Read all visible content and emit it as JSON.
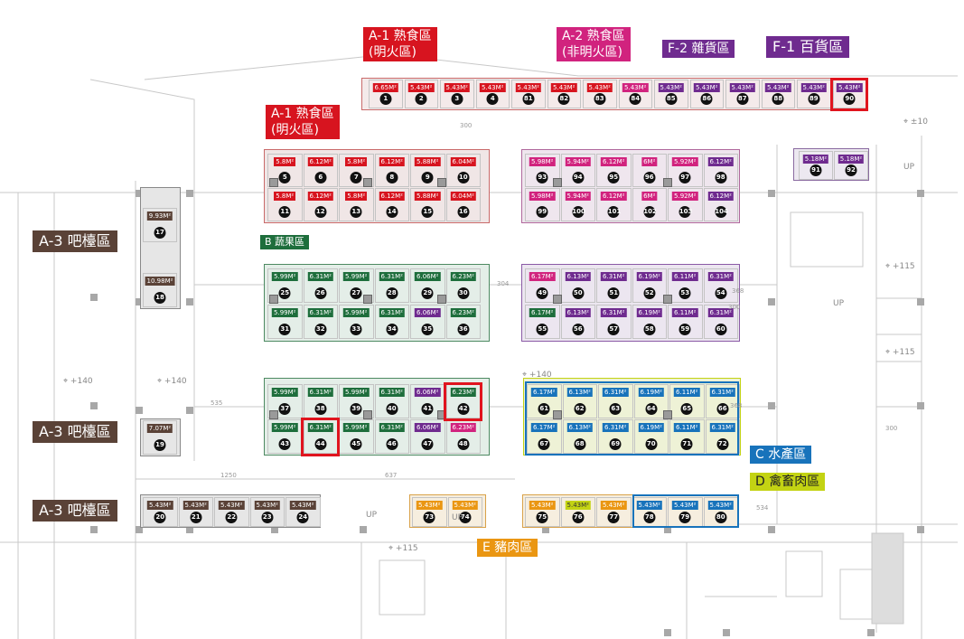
{
  "colors": {
    "red": "#d7141f",
    "magenta": "#d1237e",
    "purple": "#6f2b8f",
    "green": "#1e6e3c",
    "brown": "#5a4237",
    "orange": "#ea9612",
    "blue": "#1873bb",
    "lime": "#c3d313",
    "highlight": "#e0141e"
  },
  "zone_labels": [
    {
      "id": "a1-top",
      "text": "A-1 熟食區\n(明火區)",
      "color": "red"
    },
    {
      "id": "a2-top",
      "text": "A-2 熟食區\n(非明火區)",
      "color": "magenta"
    },
    {
      "id": "f2",
      "text": "F-2 雜貨區",
      "color": "purple"
    },
    {
      "id": "f1",
      "text": "F-1 百貨區",
      "color": "purple"
    },
    {
      "id": "a1-mid",
      "text": "A-1 熟食區\n(明火區)",
      "color": "red"
    },
    {
      "id": "b",
      "text": "B 蔬果區",
      "color": "green"
    },
    {
      "id": "a3-upper",
      "text": "A-3 吧檯區",
      "color": "brown"
    },
    {
      "id": "a3-middle",
      "text": "A-3 吧檯區",
      "color": "brown"
    },
    {
      "id": "a3-lower",
      "text": "A-3 吧檯區",
      "color": "brown"
    },
    {
      "id": "c",
      "text": "C 水產區",
      "color": "blue"
    },
    {
      "id": "d",
      "text": "D 禽畜肉區",
      "color": "lime"
    },
    {
      "id": "e",
      "text": "E 豬肉區",
      "color": "orange"
    }
  ],
  "stalls": [
    {
      "n": "1",
      "a": "6.65M²",
      "c": "red"
    },
    {
      "n": "2",
      "a": "5.43M²",
      "c": "red"
    },
    {
      "n": "3",
      "a": "5.43M²",
      "c": "red"
    },
    {
      "n": "4",
      "a": "5.43M²",
      "c": "red"
    },
    {
      "n": "81",
      "a": "5.43M²",
      "c": "red"
    },
    {
      "n": "82",
      "a": "5.43M²",
      "c": "red"
    },
    {
      "n": "83",
      "a": "5.43M²",
      "c": "red"
    },
    {
      "n": "84",
      "a": "5.43M²",
      "c": "magenta"
    },
    {
      "n": "85",
      "a": "5.43M²",
      "c": "purple"
    },
    {
      "n": "86",
      "a": "5.43M²",
      "c": "purple"
    },
    {
      "n": "87",
      "a": "5.43M²",
      "c": "purple"
    },
    {
      "n": "88",
      "a": "5.43M²",
      "c": "purple"
    },
    {
      "n": "89",
      "a": "5.43M²",
      "c": "purple"
    },
    {
      "n": "90",
      "a": "5.43M²",
      "c": "purple"
    },
    {
      "n": "5",
      "a": "5.8M²",
      "c": "red"
    },
    {
      "n": "6",
      "a": "6.12M²",
      "c": "red"
    },
    {
      "n": "7",
      "a": "5.8M²",
      "c": "red"
    },
    {
      "n": "8",
      "a": "6.12M²",
      "c": "red"
    },
    {
      "n": "9",
      "a": "5.88M²",
      "c": "red"
    },
    {
      "n": "10",
      "a": "6.04M²",
      "c": "red"
    },
    {
      "n": "11",
      "a": "5.8M²",
      "c": "red"
    },
    {
      "n": "12",
      "a": "6.12M²",
      "c": "red"
    },
    {
      "n": "13",
      "a": "5.8M²",
      "c": "red"
    },
    {
      "n": "14",
      "a": "6.12M²",
      "c": "red"
    },
    {
      "n": "15",
      "a": "5.88M²",
      "c": "red"
    },
    {
      "n": "16",
      "a": "6.04M²",
      "c": "red"
    },
    {
      "n": "93",
      "a": "5.98M²",
      "c": "magenta"
    },
    {
      "n": "94",
      "a": "5.94M²",
      "c": "magenta"
    },
    {
      "n": "95",
      "a": "6.12M²",
      "c": "magenta"
    },
    {
      "n": "96",
      "a": "6M²",
      "c": "magenta"
    },
    {
      "n": "97",
      "a": "5.92M²",
      "c": "magenta"
    },
    {
      "n": "98",
      "a": "6.12M²",
      "c": "purple"
    },
    {
      "n": "99",
      "a": "5.98M²",
      "c": "magenta"
    },
    {
      "n": "100",
      "a": "5.94M²",
      "c": "magenta"
    },
    {
      "n": "101",
      "a": "6.12M²",
      "c": "magenta"
    },
    {
      "n": "102",
      "a": "6M²",
      "c": "magenta"
    },
    {
      "n": "103",
      "a": "5.92M²",
      "c": "magenta"
    },
    {
      "n": "104",
      "a": "6.12M²",
      "c": "purple"
    },
    {
      "n": "91",
      "a": "5.18M²",
      "c": "purple"
    },
    {
      "n": "92",
      "a": "5.18M²",
      "c": "purple"
    },
    {
      "n": "17",
      "a": "9.93M²",
      "c": "brown"
    },
    {
      "n": "18",
      "a": "10.98M²",
      "c": "brown"
    },
    {
      "n": "19",
      "a": "7.07M²",
      "c": "brown"
    },
    {
      "n": "25",
      "a": "5.99M²",
      "c": "green"
    },
    {
      "n": "26",
      "a": "6.31M²",
      "c": "green"
    },
    {
      "n": "27",
      "a": "5.99M²",
      "c": "green"
    },
    {
      "n": "28",
      "a": "6.31M²",
      "c": "green"
    },
    {
      "n": "29",
      "a": "6.06M²",
      "c": "green"
    },
    {
      "n": "30",
      "a": "6.23M²",
      "c": "green"
    },
    {
      "n": "31",
      "a": "5.99M²",
      "c": "green"
    },
    {
      "n": "32",
      "a": "6.31M²",
      "c": "green"
    },
    {
      "n": "33",
      "a": "5.99M²",
      "c": "green"
    },
    {
      "n": "34",
      "a": "6.31M²",
      "c": "green"
    },
    {
      "n": "35",
      "a": "6.06M²",
      "c": "purple"
    },
    {
      "n": "36",
      "a": "6.23M²",
      "c": "green"
    },
    {
      "n": "49",
      "a": "6.17M²",
      "c": "magenta"
    },
    {
      "n": "50",
      "a": "6.13M²",
      "c": "purple"
    },
    {
      "n": "51",
      "a": "6.31M²",
      "c": "purple"
    },
    {
      "n": "52",
      "a": "6.19M²",
      "c": "purple"
    },
    {
      "n": "53",
      "a": "6.11M²",
      "c": "purple"
    },
    {
      "n": "54",
      "a": "6.31M²",
      "c": "purple"
    },
    {
      "n": "55",
      "a": "6.17M²",
      "c": "green"
    },
    {
      "n": "56",
      "a": "6.13M²",
      "c": "purple"
    },
    {
      "n": "57",
      "a": "6.31M²",
      "c": "purple"
    },
    {
      "n": "58",
      "a": "6.19M²",
      "c": "purple"
    },
    {
      "n": "59",
      "a": "6.11M²",
      "c": "purple"
    },
    {
      "n": "60",
      "a": "6.31M²",
      "c": "purple"
    },
    {
      "n": "37",
      "a": "5.99M²",
      "c": "green"
    },
    {
      "n": "38",
      "a": "6.31M²",
      "c": "green"
    },
    {
      "n": "39",
      "a": "5.99M²",
      "c": "green"
    },
    {
      "n": "40",
      "a": "6.31M²",
      "c": "green"
    },
    {
      "n": "41",
      "a": "6.06M²",
      "c": "purple"
    },
    {
      "n": "42",
      "a": "6.23M²",
      "c": "green"
    },
    {
      "n": "43",
      "a": "5.99M²",
      "c": "green"
    },
    {
      "n": "44",
      "a": "6.31M²",
      "c": "green"
    },
    {
      "n": "45",
      "a": "5.99M²",
      "c": "green"
    },
    {
      "n": "46",
      "a": "6.31M²",
      "c": "green"
    },
    {
      "n": "47",
      "a": "6.06M²",
      "c": "purple"
    },
    {
      "n": "48",
      "a": "6.23M²",
      "c": "magenta"
    },
    {
      "n": "61",
      "a": "6.17M²",
      "c": "blue"
    },
    {
      "n": "62",
      "a": "6.13M²",
      "c": "blue"
    },
    {
      "n": "63",
      "a": "6.31M²",
      "c": "blue"
    },
    {
      "n": "64",
      "a": "6.19M²",
      "c": "blue"
    },
    {
      "n": "65",
      "a": "6.11M²",
      "c": "blue"
    },
    {
      "n": "66",
      "a": "6.31M²",
      "c": "blue"
    },
    {
      "n": "67",
      "a": "6.17M²",
      "c": "blue"
    },
    {
      "n": "68",
      "a": "6.13M²",
      "c": "blue"
    },
    {
      "n": "69",
      "a": "6.31M²",
      "c": "blue"
    },
    {
      "n": "70",
      "a": "6.19M²",
      "c": "blue"
    },
    {
      "n": "71",
      "a": "6.11M²",
      "c": "blue"
    },
    {
      "n": "72",
      "a": "6.31M²",
      "c": "blue"
    },
    {
      "n": "20",
      "a": "5.43M²",
      "c": "brown"
    },
    {
      "n": "21",
      "a": "5.43M²",
      "c": "brown"
    },
    {
      "n": "22",
      "a": "5.43M²",
      "c": "brown"
    },
    {
      "n": "23",
      "a": "5.43M²",
      "c": "brown"
    },
    {
      "n": "24",
      "a": "5.43M²",
      "c": "brown"
    },
    {
      "n": "73",
      "a": "5.43M²",
      "c": "orange"
    },
    {
      "n": "74",
      "a": "5.43M²",
      "c": "orange"
    },
    {
      "n": "75",
      "a": "5.43M²",
      "c": "orange"
    },
    {
      "n": "76",
      "a": "5.43M²",
      "c": "lime"
    },
    {
      "n": "77",
      "a": "5.43M²",
      "c": "orange"
    },
    {
      "n": "78",
      "a": "5.43M²",
      "c": "blue"
    },
    {
      "n": "79",
      "a": "5.43M²",
      "c": "blue"
    },
    {
      "n": "80",
      "a": "5.43M²",
      "c": "blue"
    }
  ],
  "highlighted_stalls": [
    "90",
    "42",
    "44"
  ],
  "dimensions": [
    "304",
    "368",
    "300",
    "535",
    "1250",
    "637",
    "534",
    "300",
    "368",
    "300"
  ],
  "elevations": [
    "±10",
    "+115",
    "+140",
    "+140",
    "+115",
    "+115",
    "+140"
  ],
  "floor_notes": [
    "UP",
    "UP",
    "UP",
    "UP"
  ]
}
